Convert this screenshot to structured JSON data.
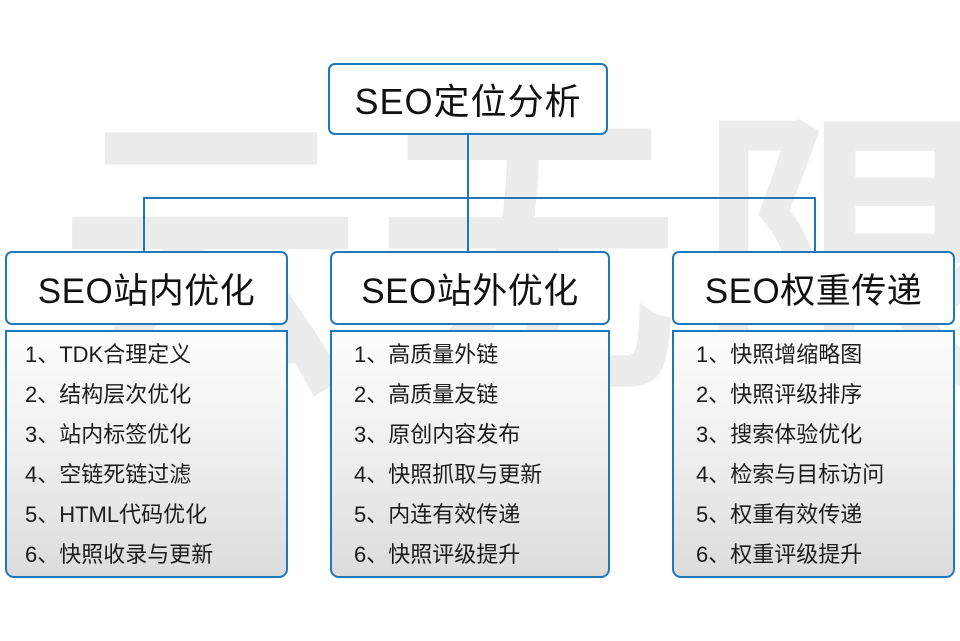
{
  "colors": {
    "border": "#1f77bc",
    "connector": "#1f77bc",
    "text": "#111111",
    "body_text": "#1c1c1c",
    "watermark": "#ececec",
    "background": "#ffffff"
  },
  "watermark": {
    "text": "云无限",
    "chars": [
      "云",
      "无",
      "限"
    ]
  },
  "root": {
    "title": "SEO定位分析"
  },
  "columns": [
    {
      "id": "seo-onsite",
      "heading": "SEO站内优化",
      "items": [
        "1、TDK合理定义",
        "2、结构层次优化",
        "3、站内标签优化",
        "4、空链死链过滤",
        "5、HTML代码优化",
        "6、快照收录与更新"
      ]
    },
    {
      "id": "seo-offsite",
      "heading": "SEO站外优化",
      "items": [
        "1、高质量外链",
        "2、高质量友链",
        "3、原创内容发布",
        "4、快照抓取与更新",
        "5、内连有效传递",
        "6、快照评级提升"
      ]
    },
    {
      "id": "seo-weight",
      "heading": "SEO权重传递",
      "items": [
        "1、快照增缩略图",
        "2、快照评级排序",
        "3、搜索体验优化",
        "4、检索与目标访问",
        "5、权重有效传递",
        "6、权重评级提升"
      ]
    }
  ]
}
